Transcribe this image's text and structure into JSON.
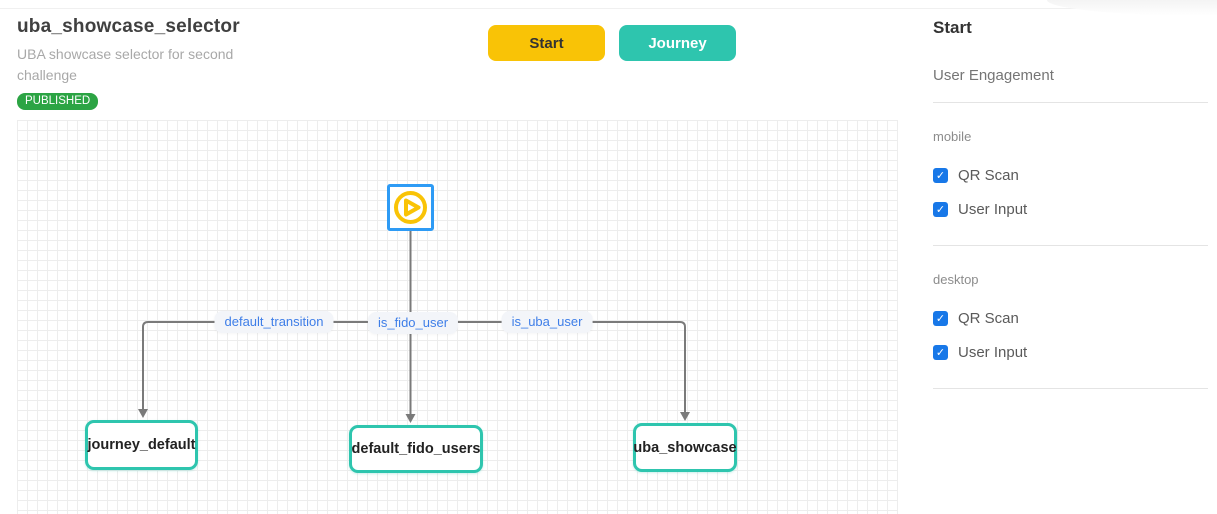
{
  "header": {
    "title": "uba_showcase_selector",
    "subtitle": "UBA showcase selector for second challenge",
    "status": "PUBLISHED",
    "start_button": "Start",
    "journey_button": "Journey"
  },
  "flow": {
    "start_node_icon": "play-icon",
    "transitions": {
      "left": "default_transition",
      "center": "is_fido_user",
      "right": "is_uba_user"
    },
    "nodes": {
      "left": "journey_default",
      "center": "default_fido_users",
      "right": "uba_showcase"
    }
  },
  "sidebar": {
    "title": "Start",
    "subtitle": "User Engagement",
    "sections": [
      {
        "label": "mobile",
        "options": [
          {
            "label": "QR Scan",
            "checked": true
          },
          {
            "label": "User Input",
            "checked": true
          }
        ]
      },
      {
        "label": "desktop",
        "options": [
          {
            "label": "QR Scan",
            "checked": true
          },
          {
            "label": "User Input",
            "checked": true
          }
        ]
      }
    ]
  },
  "colors": {
    "button_yellow": "#f9c306",
    "button_teal": "#2ec5ae",
    "node_border_teal": "#2ec5ae",
    "start_node_border_blue": "#2e9bf5",
    "play_icon_yellow": "#f9c306",
    "edge_label_blue": "#3e7ee8",
    "checkbox_blue": "#1878e8",
    "badge_green": "#2ca444",
    "connector_gray": "#7a7a7a"
  }
}
